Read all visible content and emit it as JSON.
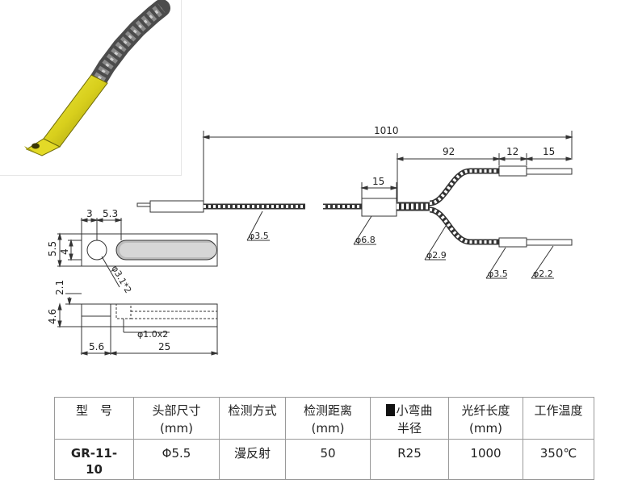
{
  "drawing": {
    "dims": {
      "total_length": "1010",
      "branch_length": "92",
      "sleeve_length": "12",
      "tip_length": "15",
      "ferrule_length": "15",
      "cable_dia": "φ3.5",
      "ferrule_dia": "φ6.8",
      "branch_dia": "φ2.9",
      "sleeve_dia": "φ3.5",
      "tip_dia": "φ2.2",
      "head_offset": "3",
      "slot_width": "5.3",
      "head_height": "5.5",
      "head_inner": "4",
      "hole_dia": "φ3.1*2",
      "step_height": "2.1",
      "body_height": "4.6",
      "pin_hole": "φ1.0x2",
      "step_length": "5.6",
      "head_length": "25"
    }
  },
  "table": {
    "headers": [
      {
        "line1": "型　号",
        "line2": ""
      },
      {
        "line1": "头部尺寸",
        "line2": "(mm)"
      },
      {
        "line1": "检测方式",
        "line2": ""
      },
      {
        "line1": "检测距离",
        "line2": "(mm)"
      },
      {
        "line1": "小弯曲",
        "line2": "半径"
      },
      {
        "line1": "光纤长度",
        "line2": "(mm)"
      },
      {
        "line1": "工作温度",
        "line2": ""
      }
    ],
    "row": {
      "model_line1": "GR-11-",
      "model_line2": "10",
      "head_size": "Φ5.5",
      "method": "漫反射",
      "distance": "50",
      "radius": "R25",
      "fiber_length": "1000",
      "temperature": "350℃"
    }
  }
}
